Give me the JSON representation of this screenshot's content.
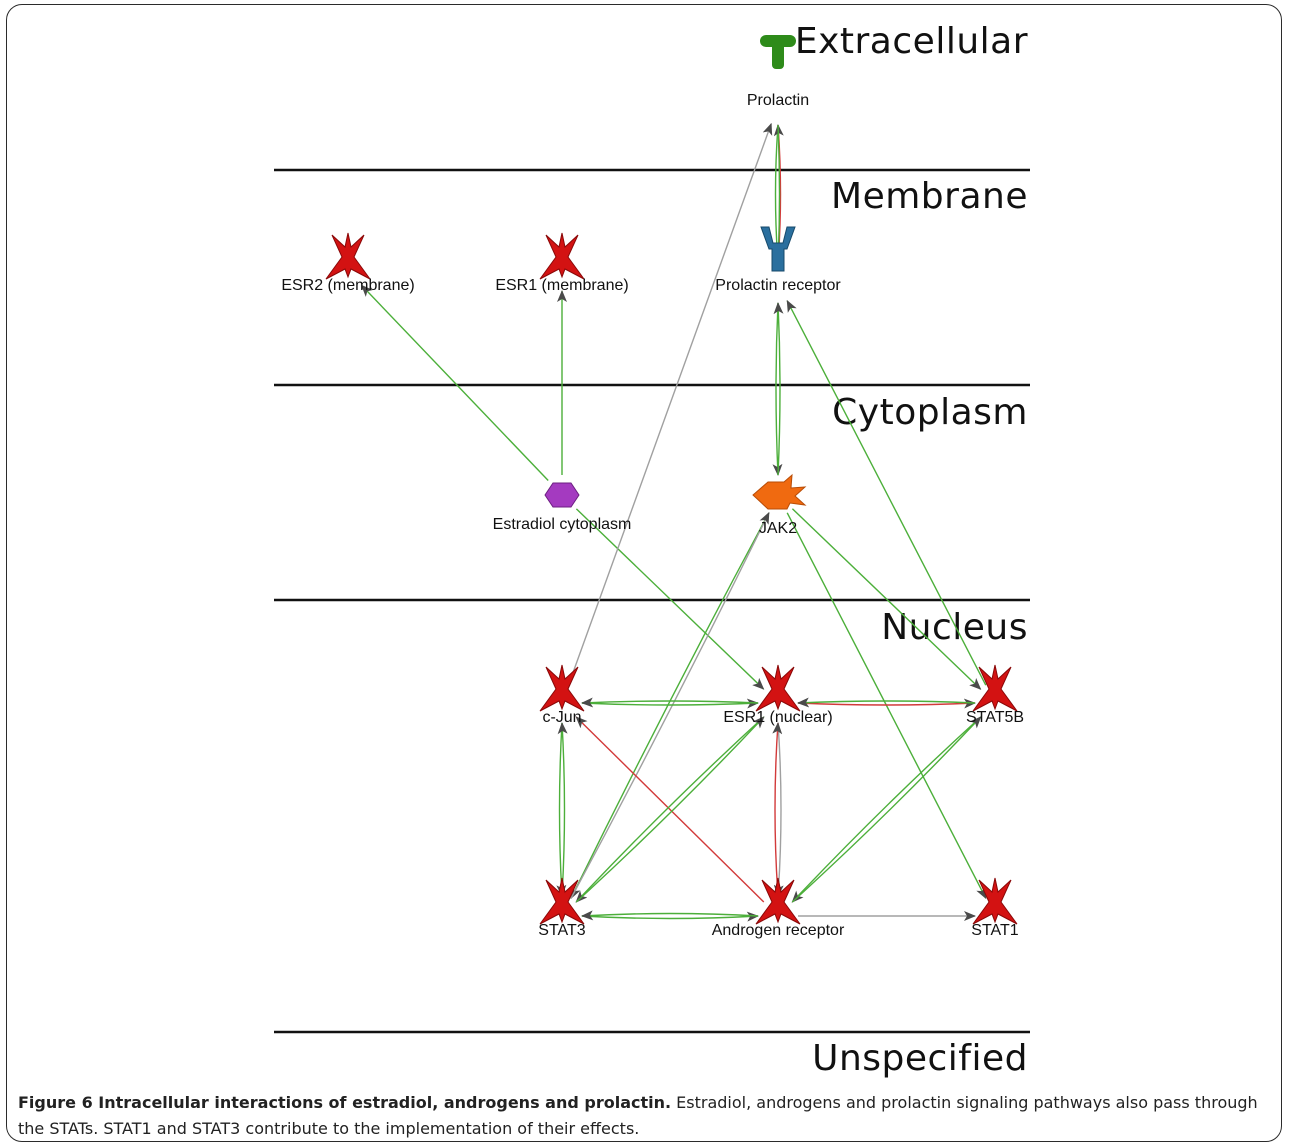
{
  "colors": {
    "green_edge": "#4caf3a",
    "red_edge": "#d23a3a",
    "grey_edge": "#a0a0a0",
    "arrowhead": "#4a4a4a",
    "red_node": "#d31212",
    "blue_node": "#2a6f9e",
    "green_node": "#2e8b1a",
    "orange_node": "#f06a10",
    "purple_node": "#a43ac0"
  },
  "bands": [
    {
      "name": "Extracellular"
    },
    {
      "name": "Membrane"
    },
    {
      "name": "Cytoplasm"
    },
    {
      "name": "Nucleus"
    },
    {
      "name": "Unspecified"
    }
  ],
  "nodes": [
    {
      "id": "prolactin",
      "label": "Prolactin",
      "icon": "ligand-icon",
      "color": "green_node"
    },
    {
      "id": "esr2m",
      "label": "ESR2 (membrane)",
      "icon": "receptor-star-icon",
      "color": "red_node"
    },
    {
      "id": "esr1m",
      "label": "ESR1 (membrane)",
      "icon": "receptor-star-icon",
      "color": "red_node"
    },
    {
      "id": "prlr",
      "label": "Prolactin receptor",
      "icon": "receptor-y-icon",
      "color": "blue_node"
    },
    {
      "id": "estradiol",
      "label": "Estradiol cytoplasm",
      "icon": "hexagon-icon",
      "color": "purple_node"
    },
    {
      "id": "jak2",
      "label": "JAK2",
      "icon": "kinase-icon",
      "color": "orange_node"
    },
    {
      "id": "cjun",
      "label": "c-Jun",
      "icon": "receptor-star-icon",
      "color": "red_node"
    },
    {
      "id": "esr1n",
      "label": "ESR1 (nuclear)",
      "icon": "receptor-star-icon",
      "color": "red_node"
    },
    {
      "id": "stat5b",
      "label": "STAT5B",
      "icon": "receptor-star-icon",
      "color": "red_node"
    },
    {
      "id": "stat3",
      "label": "STAT3",
      "icon": "receptor-star-icon",
      "color": "red_node"
    },
    {
      "id": "ar",
      "label": "Androgen receptor",
      "icon": "receptor-star-icon",
      "color": "red_node"
    },
    {
      "id": "stat1",
      "label": "STAT1",
      "icon": "receptor-star-icon",
      "color": "red_node"
    }
  ],
  "edges": [
    {
      "from": "prolactin",
      "to": "prlr",
      "type": "green",
      "bend": 5
    },
    {
      "from": "prlr",
      "to": "prolactin",
      "type": "red",
      "bend": 5
    },
    {
      "from": "prolactin",
      "to": "prlr",
      "type": "green",
      "bend": -3
    },
    {
      "from": "prlr",
      "to": "jak2",
      "type": "green",
      "bend": 4
    },
    {
      "from": "jak2",
      "to": "prlr",
      "type": "green",
      "bend": 4
    },
    {
      "from": "estradiol",
      "to": "esr2m",
      "type": "green",
      "bend": 0
    },
    {
      "from": "estradiol",
      "to": "esr1m",
      "type": "green",
      "bend": 0
    },
    {
      "from": "estradiol",
      "to": "esr1n",
      "type": "green",
      "bend": 0
    },
    {
      "from": "cjun",
      "to": "prolactin",
      "type": "grey",
      "bend": 0
    },
    {
      "from": "jak2",
      "to": "stat5b",
      "type": "green",
      "bend": 0
    },
    {
      "from": "jak2",
      "to": "stat1",
      "type": "green",
      "bend": 0
    },
    {
      "from": "jak2",
      "to": "stat3",
      "type": "green",
      "bend": 4
    },
    {
      "from": "stat3",
      "to": "jak2",
      "type": "grey",
      "bend": 4
    },
    {
      "from": "stat5b",
      "to": "prlr",
      "type": "green",
      "bend": 0
    },
    {
      "from": "cjun",
      "to": "esr1n",
      "type": "green",
      "bend": 4
    },
    {
      "from": "esr1n",
      "to": "cjun",
      "type": "green",
      "bend": 4
    },
    {
      "from": "esr1n",
      "to": "stat5b",
      "type": "red",
      "bend": 4
    },
    {
      "from": "stat5b",
      "to": "esr1n",
      "type": "green",
      "bend": 4
    },
    {
      "from": "cjun",
      "to": "stat3",
      "type": "green",
      "bend": 5
    },
    {
      "from": "stat3",
      "to": "cjun",
      "type": "green",
      "bend": 5
    },
    {
      "from": "esr1n",
      "to": "ar",
      "type": "grey",
      "bend": -6
    },
    {
      "from": "ar",
      "to": "esr1n",
      "type": "red",
      "bend": -6
    },
    {
      "from": "ar",
      "to": "cjun",
      "type": "red",
      "bend": 0
    },
    {
      "from": "esr1n",
      "to": "stat3",
      "type": "green",
      "bend": 5
    },
    {
      "from": "stat3",
      "to": "esr1n",
      "type": "green",
      "bend": 5
    },
    {
      "from": "stat5b",
      "to": "ar",
      "type": "green",
      "bend": 5
    },
    {
      "from": "ar",
      "to": "stat5b",
      "type": "green",
      "bend": 5
    },
    {
      "from": "stat3",
      "to": "ar",
      "type": "green",
      "bend": 5
    },
    {
      "from": "ar",
      "to": "stat3",
      "type": "green",
      "bend": 5
    },
    {
      "from": "ar",
      "to": "stat1",
      "type": "grey",
      "bend": 0
    }
  ],
  "caption": {
    "title": "Figure 6 Intracellular interactions of estradiol, androgens and prolactin.",
    "text": "Estradiol, androgens and prolactin signaling pathways also pass through the STATs. STAT1 and STAT3 contribute to the implementation of their effects."
  }
}
